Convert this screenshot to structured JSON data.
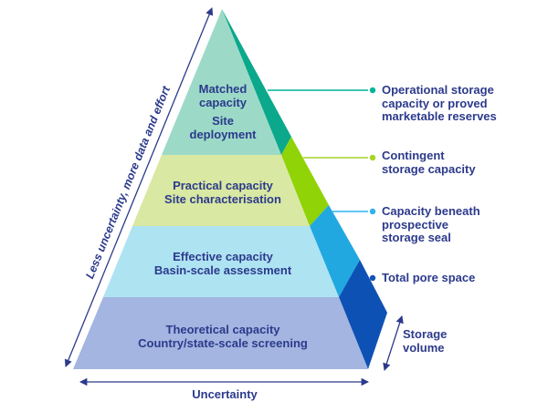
{
  "pyramid": {
    "bands": [
      {
        "id": "matched",
        "label": "Matched\ncapacity",
        "sublabel": "Site\ndeployment",
        "front_color": "#9cdac7",
        "side_color": "#0ba88c"
      },
      {
        "id": "practical",
        "label": "Practical capacity\nSite characterisation",
        "front_color": "#d9e8a2",
        "side_color": "#90d306"
      },
      {
        "id": "effective",
        "label": "Effective capacity\nBasin-scale assessment",
        "front_color": "#aee3f2",
        "side_color": "#21a8e0"
      },
      {
        "id": "theoretical",
        "label": "Theoretical capacity\nCountry/state-scale screening",
        "front_color": "#a3b5e0",
        "side_color": "#0e51b5"
      }
    ]
  },
  "callouts": [
    {
      "id": "operational",
      "label": "Operational storage\ncapacity or proved\nmarketable reserves",
      "color": "#00b49a"
    },
    {
      "id": "contingent",
      "label": "Contingent\nstorage capacity",
      "color": "#a6d426"
    },
    {
      "id": "capacity-beneath-seal",
      "label": "Capacity beneath\nprospective\nstorage seal",
      "color": "#2eb3eb"
    },
    {
      "id": "total-pore-space",
      "label": "Total pore space",
      "color": "#1254b8"
    }
  ],
  "axes": {
    "left_label": "Less uncertainty, more data and effort",
    "bottom_label": "Uncertainty",
    "storage_volume_label": "Storage\nvolume",
    "arrow_color": "#2c3a8c"
  },
  "colors": {
    "text": "#2c3a8c",
    "background": "#ffffff"
  }
}
